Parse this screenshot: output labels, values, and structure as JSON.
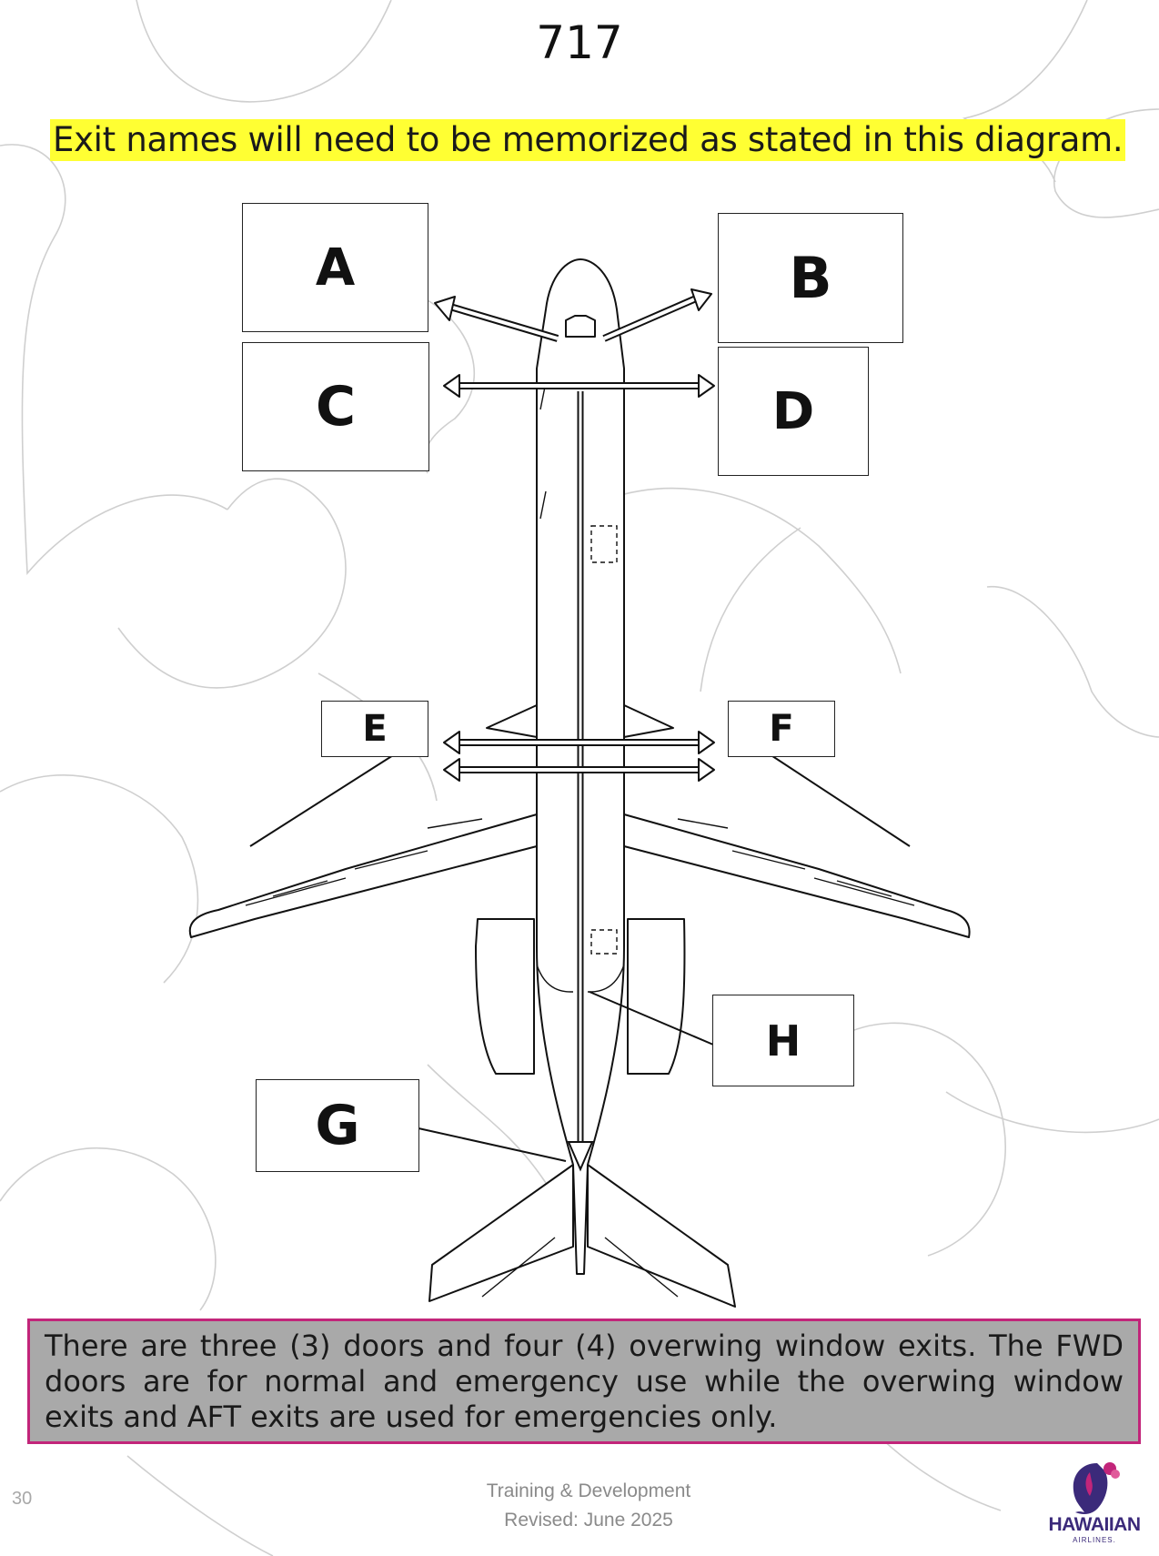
{
  "page": {
    "title": "717",
    "instruction": "Exit names will need to be memorized as stated in this diagram.",
    "exit_labels": {
      "A": "A",
      "B": "B",
      "C": "C",
      "D": "D",
      "E": "E",
      "F": "F",
      "G": "G",
      "H": "H"
    },
    "info_text": "There are three (3) doors and four (4) overwing window exits.  The FWD doors are for normal and emergency use while the overwing window exits and AFT exits are used for emergencies only.",
    "page_number": "30",
    "footer_line1": "Training & Development",
    "footer_line2": "Revised: June 2025",
    "logo": {
      "wordmark": "HAWAIIAN",
      "subtext": "AIRLINES."
    }
  },
  "colors": {
    "highlight": "#ffff33",
    "info_border": "#c2257a",
    "info_background": "#a9a9a9",
    "logo_purple": "#3b2a7a",
    "logo_magenta": "#c2257a"
  }
}
